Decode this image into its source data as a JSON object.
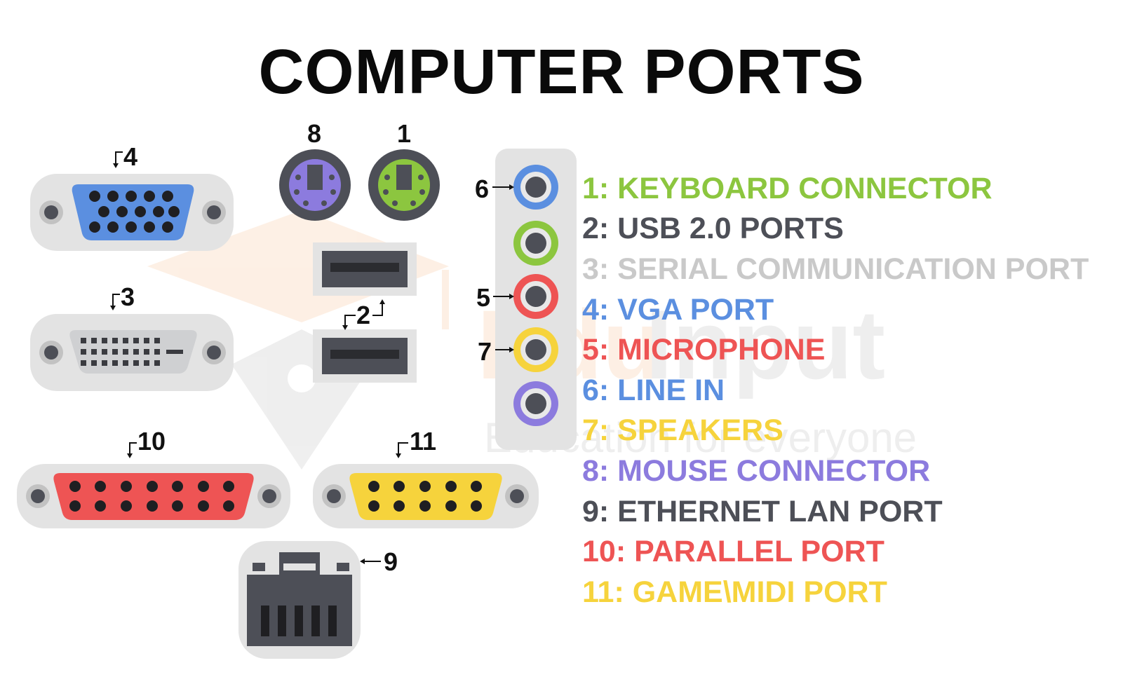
{
  "title": "COMPUTER PORTS",
  "watermark": {
    "brand_first": "Edu",
    "brand_second": "Input",
    "tagline": "Education for everyone"
  },
  "callouts": {
    "c1": "1",
    "c2": "2",
    "c3": "3",
    "c4": "4",
    "c5": "5",
    "c6": "6",
    "c7": "7",
    "c8": "8",
    "c9": "9",
    "c10": "10",
    "c11": "11"
  },
  "legend": [
    {
      "text": "1: KEYBOARD CONNECTOR",
      "color": "#8cc63f"
    },
    {
      "text": "2: USB 2.0 PORTS",
      "color": "#4d4f57"
    },
    {
      "text": "3: SERIAL COMMUNICATION PORT",
      "color": "#c9c9c9"
    },
    {
      "text": "4: VGA PORT",
      "color": "#5b8fe0"
    },
    {
      "text": "5: MICROPHONE",
      "color": "#ee5454"
    },
    {
      "text": "6: LINE IN",
      "color": "#5b8fe0"
    },
    {
      "text": "7: SPEAKERS",
      "color": "#f6d33c"
    },
    {
      "text": "8: MOUSE CONNECTOR",
      "color": "#8c7bde"
    },
    {
      "text": "9: ETHERNET LAN PORT",
      "color": "#4d4f57"
    },
    {
      "text": "10: PARALLEL PORT",
      "color": "#ee5454"
    },
    {
      "text": "11: GAME\\MIDI PORT",
      "color": "#f6d33c"
    }
  ],
  "colors": {
    "housing": "#e3e3e3",
    "metal": "#dcdcdc",
    "dark": "#4d4f57",
    "vga": "#5b8fe0",
    "dvi": "#cfd0d2",
    "parallel": "#ee5454",
    "game": "#f6d33c",
    "keyboard": "#8cc63f",
    "mouse": "#8c7bde",
    "audio_blue": "#5b8fe0",
    "audio_green": "#8cc63f",
    "audio_red": "#ee5454",
    "audio_yellow": "#f6d33c",
    "audio_purple": "#8c7bde"
  }
}
